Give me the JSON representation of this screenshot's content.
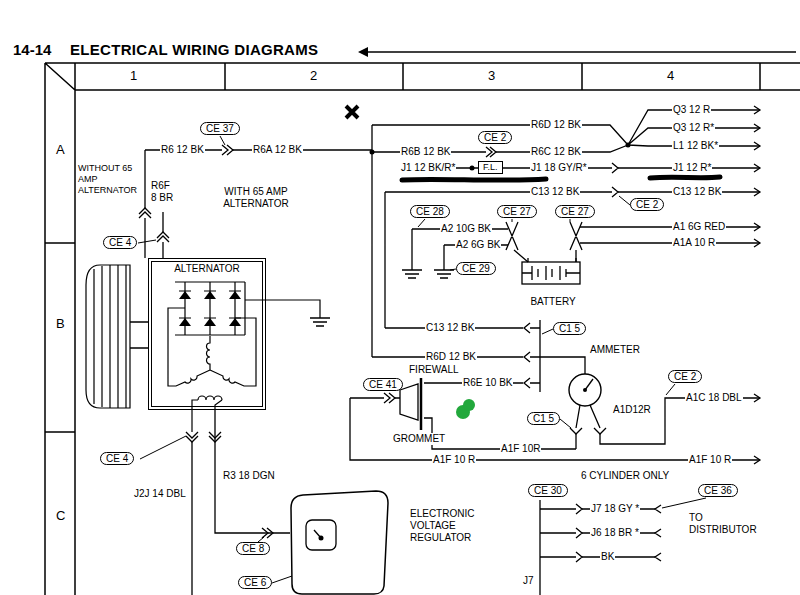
{
  "diagram": {
    "title": "ELECTRICAL WIRING DIAGRAMS",
    "nodes": [
      {
        "text": [
          "CE 37"
        ]
      },
      {
        "text": [
          "CE 2"
        ]
      },
      {
        "text": [
          "F.L."
        ]
      },
      {
        "text": [
          "CE 2"
        ]
      },
      {
        "text": [
          "CE 28"
        ]
      },
      {
        "text": [
          "CE 27"
        ]
      },
      {
        "text": [
          "CE 27"
        ]
      },
      {
        "text": [
          "CE 29"
        ]
      },
      {
        "text": [
          "CE 4"
        ]
      },
      {
        "text": [
          "ALTERNATOR"
        ]
      },
      {
        "text": [
          "BATTERY"
        ]
      },
      {
        "text": [
          "C1 5"
        ]
      },
      {
        "text": [
          "CE 41"
        ]
      },
      {
        "text": [
          "AMMETER"
        ]
      },
      {
        "text": [
          "CE 2"
        ]
      },
      {
        "text": [
          "C1 5"
        ]
      },
      {
        "text": [
          "CE 4"
        ]
      },
      {
        "text": [
          "CE 30"
        ]
      },
      {
        "text": [
          "CE 36"
        ]
      },
      {
        "text": [
          "ELECTRONIC VOLTAGE REGULATOR"
        ]
      },
      {
        "text": [
          "CE 8"
        ]
      },
      {
        "text": [
          "CE 6"
        ]
      }
    ],
    "edges": [
      {
        "from": 9,
        "to": 19,
        "arrow": "none"
      }
    ],
    "labels": [
      "14-14",
      "1",
      "2",
      "3",
      "4",
      "A",
      "B",
      "C",
      "WITHOUT 65 AMP ALTERNATOR",
      "R6 12 BK",
      "R6A 12 BK",
      "R6F 8 BR",
      "WITH 65 AMP ALTERNATOR",
      "R6B 12 BK",
      "J1 12 BK/R*",
      "R6D 12 BK",
      "R6C 12 BK",
      "J1 18 GY/R*",
      "C13 12 BK",
      "Q3 12 R",
      "Q3 12 R*",
      "L1 12 BK*",
      "J1 12 R*",
      "C13 12 BK",
      "A2 10G BK",
      "A2 6G BK",
      "A1 6G RED",
      "A1A 10 R",
      "C13 12 BK",
      "R6D 12 BK",
      "FIREWALL",
      "R6E 10 BK",
      "GROMMET",
      "A1D12R",
      "A1C 18 DBL",
      "A1F 10R",
      "A1F 10 R",
      "A1F 10 R",
      "J2J 14 DBL",
      "R3 18 DGN",
      "6 CYLINDER ONLY",
      "J7 18 GY *",
      "J6 18 BR *",
      "BK",
      "TO DISTRIBUTOR",
      "J7"
    ]
  }
}
